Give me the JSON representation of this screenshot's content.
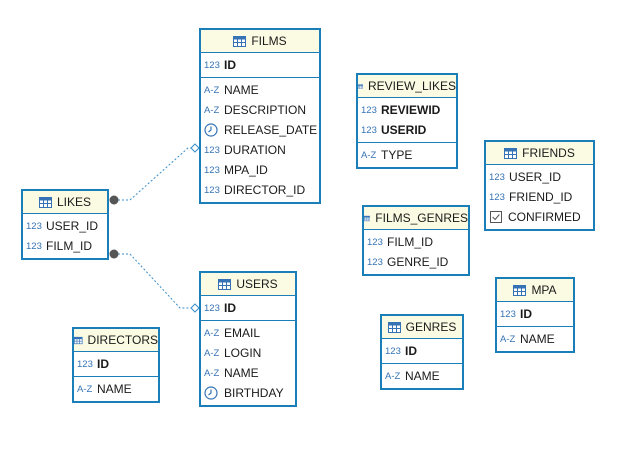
{
  "entities": {
    "films": {
      "title": "FILMS",
      "columns": [
        {
          "type": "123",
          "name": "ID",
          "pk": true
        },
        {
          "type": "A-Z",
          "name": "NAME"
        },
        {
          "type": "A-Z",
          "name": "DESCRIPTION"
        },
        {
          "type": "clock",
          "name": "RELEASE_DATE"
        },
        {
          "type": "123",
          "name": "DURATION"
        },
        {
          "type": "123",
          "name": "MPA_ID"
        },
        {
          "type": "123",
          "name": "DIRECTOR_ID"
        }
      ]
    },
    "review_likes": {
      "title": "REVIEW_LIKES",
      "columns": [
        {
          "type": "123",
          "name": "REVIEWID",
          "pk": true
        },
        {
          "type": "123",
          "name": "USERID",
          "pk": true
        },
        {
          "type": "A-Z",
          "name": "TYPE"
        }
      ]
    },
    "friends": {
      "title": "FRIENDS",
      "columns": [
        {
          "type": "123",
          "name": "USER_ID"
        },
        {
          "type": "123",
          "name": "FRIEND_ID"
        },
        {
          "type": "bool",
          "name": "CONFIRMED"
        }
      ]
    },
    "likes": {
      "title": "LIKES",
      "columns": [
        {
          "type": "123",
          "name": "USER_ID"
        },
        {
          "type": "123",
          "name": "FILM_ID"
        }
      ]
    },
    "films_genres": {
      "title": "FILMS_GENRES",
      "columns": [
        {
          "type": "123",
          "name": "FILM_ID"
        },
        {
          "type": "123",
          "name": "GENRE_ID"
        }
      ]
    },
    "users": {
      "title": "USERS",
      "columns": [
        {
          "type": "123",
          "name": "ID",
          "pk": true
        },
        {
          "type": "A-Z",
          "name": "EMAIL"
        },
        {
          "type": "A-Z",
          "name": "LOGIN"
        },
        {
          "type": "A-Z",
          "name": "NAME"
        },
        {
          "type": "clock",
          "name": "BIRTHDAY"
        }
      ]
    },
    "mpa": {
      "title": "MPA",
      "columns": [
        {
          "type": "123",
          "name": "ID",
          "pk": true
        },
        {
          "type": "A-Z",
          "name": "NAME"
        }
      ]
    },
    "directors": {
      "title": "DIRECTORS",
      "columns": [
        {
          "type": "123",
          "name": "ID",
          "pk": true
        },
        {
          "type": "A-Z",
          "name": "NAME"
        }
      ]
    },
    "genres": {
      "title": "GENRES",
      "columns": [
        {
          "type": "123",
          "name": "ID",
          "pk": true
        },
        {
          "type": "A-Z",
          "name": "NAME"
        }
      ]
    }
  },
  "relationships": [
    {
      "from": "likes",
      "to": "films"
    },
    {
      "from": "likes",
      "to": "users"
    }
  ],
  "colors": {
    "border": "#1a7fb8",
    "header_bg": "#fbfbe3",
    "type_icon": "#3573b5",
    "connector": "#3a8fc9"
  }
}
